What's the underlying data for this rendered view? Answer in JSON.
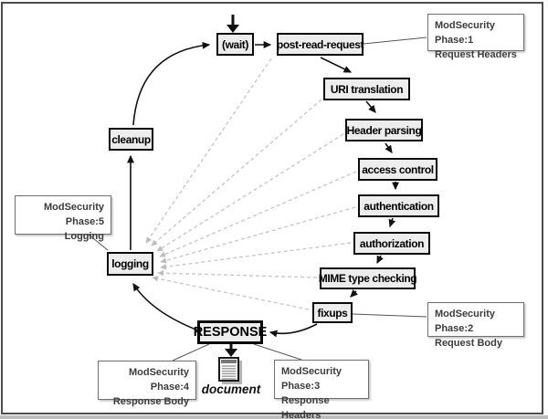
{
  "diagram": {
    "nodes": {
      "wait": "(wait)",
      "post_read_request": "post-read-request",
      "uri_translation": "URI translation",
      "header_parsing": "Header parsing",
      "access_control": "access control",
      "authentication": "authentication",
      "authorization": "authorization",
      "mime_type_checking": "MIME type checking",
      "fixups": "fixups",
      "response": "RESPONSE",
      "logging": "logging",
      "cleanup": "cleanup"
    },
    "annotations": {
      "phase1": {
        "line1": "ModSecurity Phase:1",
        "line2": "Request Headers"
      },
      "phase2": {
        "line1": "ModSecurity Phase:2",
        "line2": "Request Body"
      },
      "phase3": {
        "line1": "ModSecurity Phase:3",
        "line2": "Response Headers"
      },
      "phase4": {
        "line1": "ModSecurity Phase:4",
        "line2": "Response Body"
      },
      "phase5": {
        "line1": "ModSecurity Phase:5",
        "line2": "Logging"
      }
    },
    "document_label": "document",
    "colors": {
      "node_fill": "#ededed",
      "node_border": "#0a0a0a",
      "arrow": "#111111",
      "dashed_line": "#c9c9c9",
      "dashed_arrowhead": "#bdbdbd",
      "thin_line": "#555555",
      "annotation_border": "#707070",
      "annotation_text": "#3c3c3c",
      "frame_border": "#4d4d4d",
      "bottom_strip": "#bdbdbd"
    }
  }
}
